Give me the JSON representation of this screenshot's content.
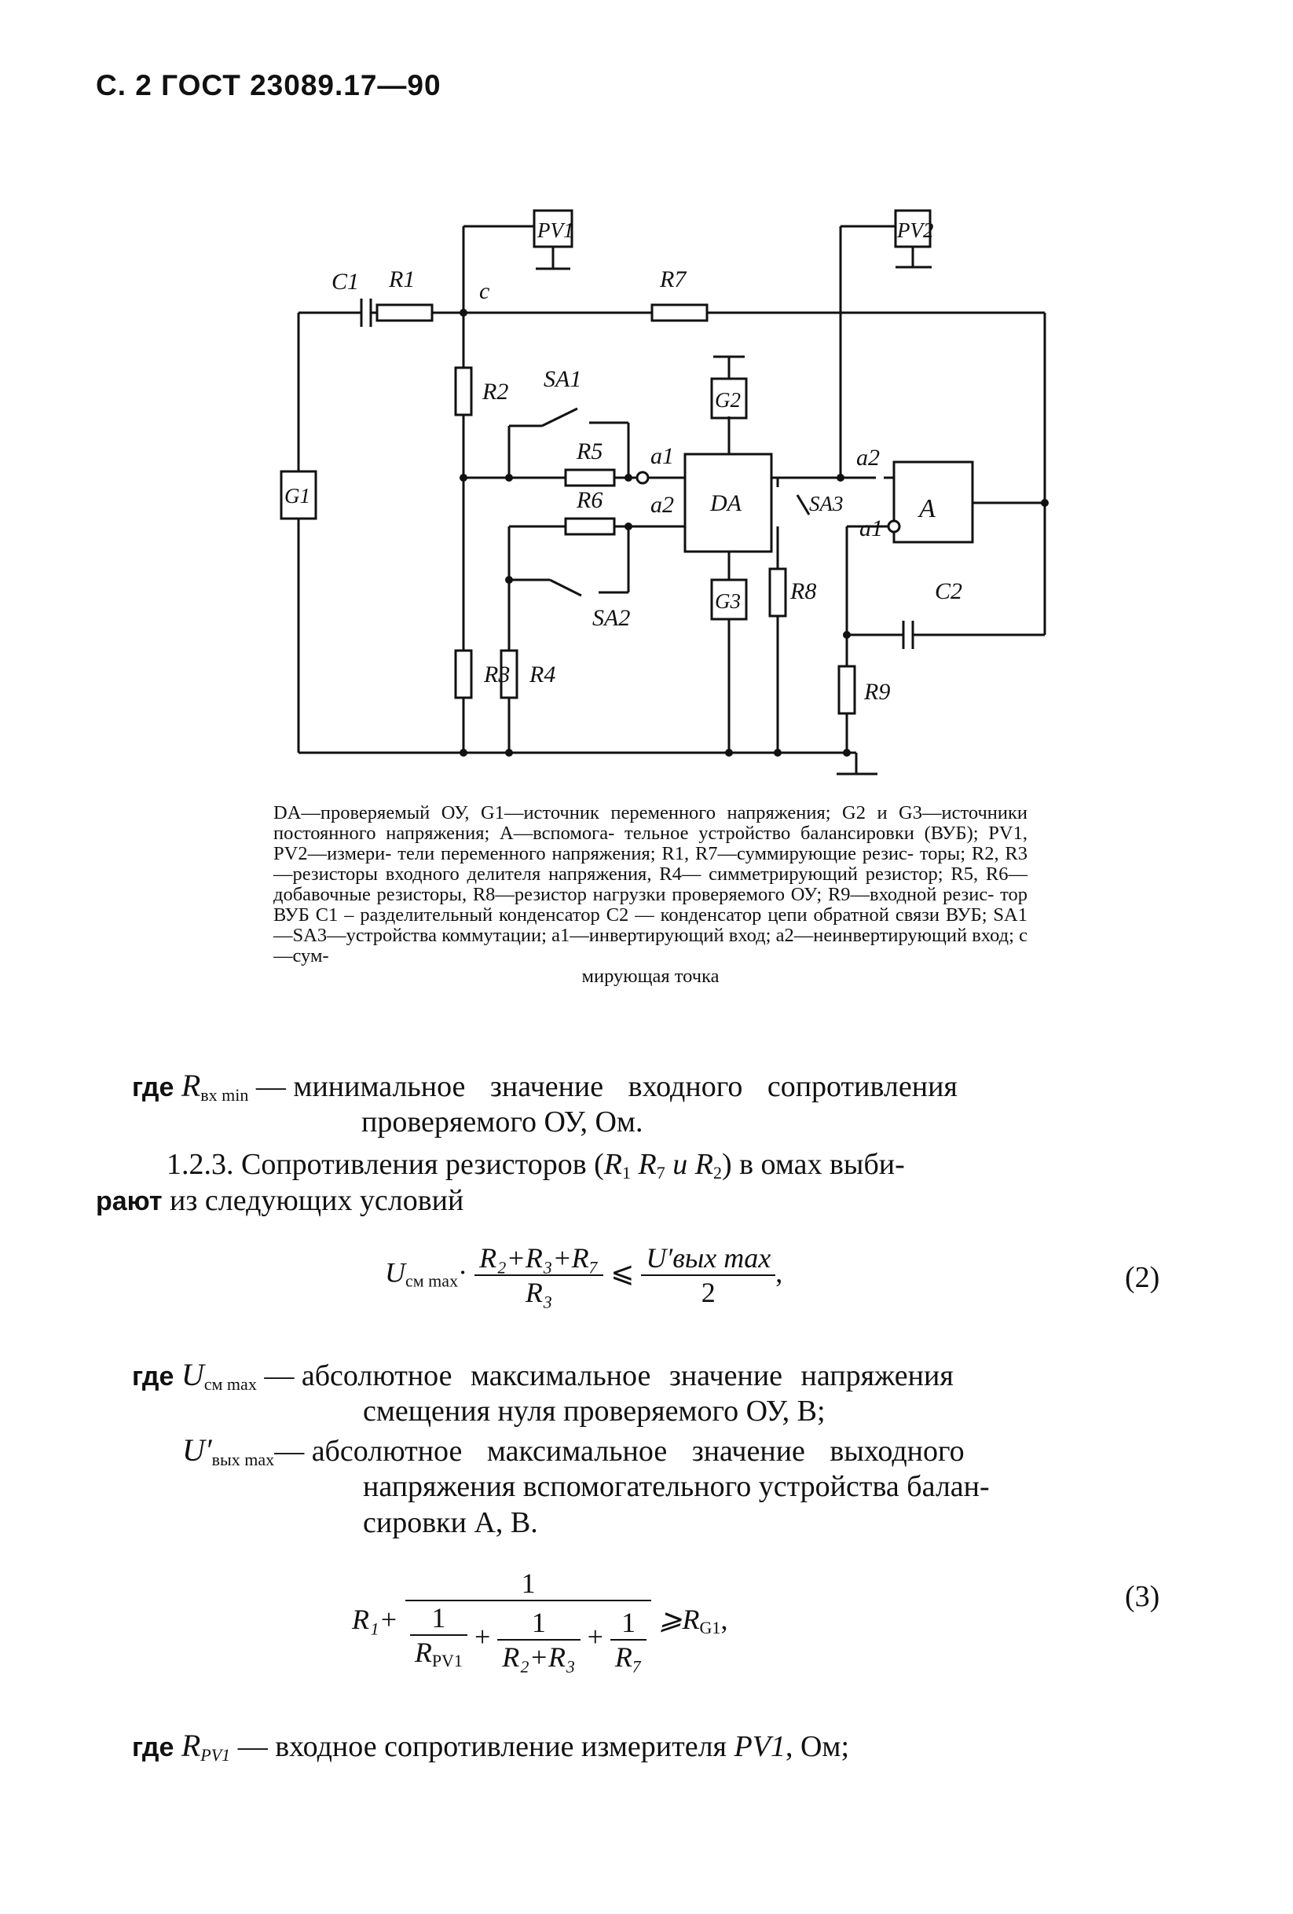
{
  "header": "С. 2 ГОСТ 23089.17—90",
  "circuit": {
    "labels": {
      "C1": "C1",
      "R1": "R1",
      "c": "c",
      "PV1": "PV1",
      "R7": "R7",
      "PV2": "PV2",
      "R2": "R2",
      "SA1": "SA1",
      "G2": "G2",
      "R5": "R5",
      "a1_da": "a1",
      "DA": "DA",
      "a2_a": "a2",
      "G1": "G1",
      "R6": "R6",
      "a2_da": "a2",
      "SA3": "SA3",
      "a1_a": "a1",
      "A": "A",
      "G3": "G3",
      "R8": "R8",
      "C2": "C2",
      "SA2": "SA2",
      "R3": "R3",
      "R4": "R4",
      "R9": "R9"
    }
  },
  "caption": [
    "DA—проверяемый ОУ, G1—источник переменного напряжения;",
    "G2 и G3—источники постоянного напряжения; A—вспомога-",
    "тельное устройство балансировки (ВУБ); PV1, PV2—измери-",
    "тели переменного напряжения; R1, R7—суммирующие резис-",
    "торы; R2, R3—резисторы входного делителя напряжения, R4—",
    "симметрирующий резистор; R5, R6—добавочные резисторы,",
    "R8—резистор нагрузки проверяемого ОУ; R9—входной резис-",
    "тор ВУБ C1 – разделительный конденсатор C2 — конденсатор",
    "цепи обратной связи ВУБ; SA1—SA3—устройства коммутации;",
    "a1—инвертирующий вход; a2—неинвертирующий вход; c—сум-",
    "мирующая точка"
  ],
  "text": {
    "where": "где",
    "rvx_symbol": "R",
    "rvx_sub": "вх min",
    "rvx_dash": "—",
    "rvx_desc1": "минимальное значение входного сопротивления",
    "rvx_desc2": "проверяемого ОУ, Ом.",
    "p123_a": "1.2.3. Сопротивления резисторов (",
    "p123_r1": "R",
    "p123_r1s": "1",
    "p123_r7": "R",
    "p123_r7s": "7",
    "p123_i": "и",
    "p123_r2": "R",
    "p123_r2s": "2",
    "p123_b": ") в омах выби-",
    "p123_c_bold": "рают",
    "p123_c": "из следующих условий",
    "ucm_symbol": "U",
    "ucm_sub": "см max",
    "ucm_dash": "—",
    "ucm_desc1": "абсолютное максимальное значение напряжения",
    "ucm_desc2": "смещения нуля проверяемого ОУ, В;",
    "uvyx_symbol": "U′",
    "uvyx_sub": "вых max",
    "uvyx_dash": "—",
    "uvyx_desc1": "абсолютное максимальное значение выходного",
    "uvyx_desc2": "напряжения вспомогательного устройства балан-",
    "uvyx_desc3": "сировки A, В.",
    "rpv_symbol": "R",
    "rpv_sub": "PV1",
    "rpv_desc": "— входное сопротивление измерителя",
    "rpv_pv": "PV1",
    "rpv_unit": ", Ом;"
  },
  "formula2": {
    "U": "U",
    "U_sub": "см max",
    "dot": "·",
    "num": "R₂+R₃+R₇",
    "den": "R₃",
    "rel": "⩽",
    "num2": "U′вых max",
    "den2": "2",
    "comma": ",",
    "number": "(2)"
  },
  "formula3": {
    "R1": "R₁+",
    "num": "1",
    "d1n": "1",
    "d1d": "R",
    "d1ds": "PV1",
    "plus": "+",
    "d2n": "1",
    "d2d": "R₂+R₃",
    "d3n": "1",
    "d3d": "R₇",
    "rel": "⩾R",
    "rel_sub": "G1",
    "comma": ",",
    "number": "(3)"
  }
}
